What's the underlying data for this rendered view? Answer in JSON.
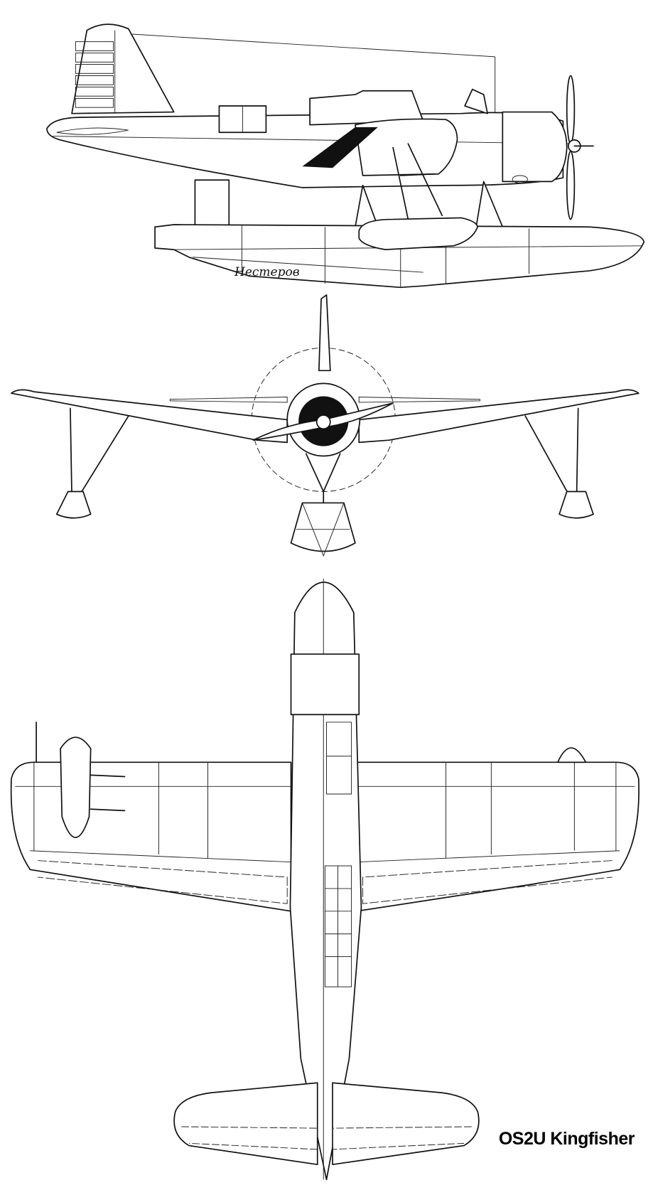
{
  "drawing": {
    "title": "OS2U Kingfisher",
    "signature": "Нестеров",
    "views": [
      "side-view",
      "front-view",
      "top-view"
    ],
    "line_color": "#111111",
    "background": "#ffffff"
  }
}
